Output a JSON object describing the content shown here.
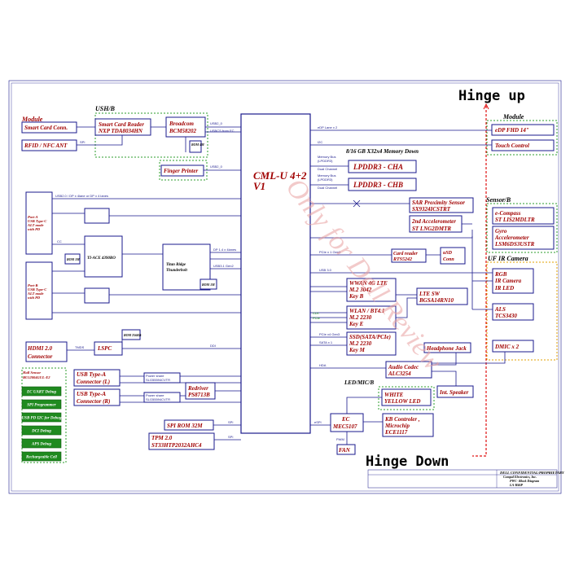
{
  "titles": {
    "hinge_up": "Hinge up",
    "hinge_down": "Hinge Down"
  },
  "groups": {
    "module_left": "Module",
    "ush": "USH/B",
    "module_right": "Module",
    "memory": "8/16 GB X32x4 Memory Down",
    "sensor": "Sensor/B",
    "ir_camera": "UF IR Camera",
    "led_mic": "LED/MIC/B"
  },
  "cpu": {
    "label_line1": "CML-U 4+2",
    "label_line2": "V1"
  },
  "watermark": "Only for Dell Review",
  "blocks": {
    "smart_card_conn": "Smart Card Conn.",
    "rfid": "RFID / NFC ANT",
    "smart_card_reader_1": "Smart Card Reader",
    "smart_card_reader_2": "NXP TDA8034HN",
    "broadcom_1": "Broadcom",
    "broadcom_2": "BCM58202",
    "rom_4m": "ROM 4M",
    "finger_printer": "Finger Printer",
    "edp": "eDP FHD 14\"",
    "touch": "Touch Control",
    "lpddr_a": "LPDDR3 - CHA",
    "lpddr_b": "LPDDR3 - CHB",
    "sar_1": "SAR Proximity Sensor",
    "sar_2": "SX9324ICSTRT",
    "accel_1": "2nd Accelerometer",
    "accel_2": "ST LNG2DMTR",
    "ecompass_1": "e-Compass",
    "ecompass_2": "ST LIS2MDLTR",
    "gyro_1": "Gyro",
    "gyro_2": "Accelerometer",
    "gyro_3": "LSM6DS3USTR",
    "card_reader_1": "Card reader",
    "card_reader_2": "RTS5242",
    "usd_1": "uSD",
    "usd_2": "Conn",
    "rgb_1": "RGB",
    "rgb_2": "IR Camera",
    "rgb_3": "IR LED",
    "als_1": "ALS",
    "als_2": "TCS3430",
    "dmic": "DMIC x 2",
    "wwan_1": "WWAN 4G LTE",
    "wwan_2": "M.2 3042",
    "wwan_3": "Key B",
    "lte_sw_1": "LTE SW",
    "lte_sw_2": "BGSA14RN10",
    "wlan_1": "WLAN / BT4.1",
    "wlan_2": "M.2 2230",
    "wlan_3": "Key E",
    "ssd_1": "SSD(SATA/PCIe)",
    "ssd_2": "M.2 2230",
    "ssd_3": "Key M",
    "headphone": "Headphone Jack",
    "audio_1": "Audio Codec",
    "audio_2": "ALC3254",
    "speaker_1": "Int. Speaker",
    "type_c_a_1": "Port-A",
    "type_c_a_2": "USB Type-C",
    "type_c_a_3": "ALT mode",
    "type_c_a_4": "with PD",
    "type_c_b_1": "Port-B",
    "type_c_b_2": "USB Type-C",
    "type_c_b_3": "ALT mode",
    "type_c_b_4": "with PD",
    "ti_ace": "TI-ACE 4390RO",
    "rom_1m_a": "ROM 1M",
    "rom_1m_b": "ROM 1M",
    "rom_256": "ROM 256KB",
    "tbt_1": "Titan Ridge",
    "tbt_2": "Thunderbolt",
    "hdmi_1": "HDMI 2.0",
    "hdmi_2": "Connector",
    "lspc": "LSPC",
    "hall_1": "Hall Sensor",
    "hall_2": "BU52004GUL-E2",
    "usb_l_1": "USB Type-A",
    "usb_l_2": "Connector (L)",
    "usb_r_1": "USB Type-A",
    "usb_r_2": "Connector (R)",
    "power_share_1": "Power share",
    "power_share_2": "SLG55594CVTR",
    "redriver_1": "Redriver",
    "redriver_2": "PS8713B",
    "spi_rom": "SPI ROM 32M",
    "tpm_1": "TPM 2.0",
    "tpm_2": "ST33HTP2032AHC4",
    "white_led_1": "WHITE",
    "white_led_2": "YELLOW LED",
    "ec_1": "EC",
    "ec_2": "MEC5107",
    "kb_1": "KB Controler ,",
    "kb_2": "Microchip",
    "kb_3": "ECE1117",
    "fan": "FAN",
    "pwm": "PWM"
  },
  "debug_buttons": [
    "EC UART Debug",
    "SPI Programmer",
    "USB PD I2C for Debug",
    "DCI Debug",
    "APS Debug",
    "Rechargeable Cell"
  ],
  "signals": {
    "usb20_1": "USB2_0",
    "usb20_2": "USB2_0",
    "usbcs": "USBCS from EC",
    "spi": "SPI",
    "edp_lane": "eDP Lane x 2",
    "i2c": "I2C",
    "mem_a1": "Memory Bus",
    "mem_a2": "(LPDDR3)",
    "mem_a3": "Dual Channel",
    "mem_b1": "Memory Bus",
    "mem_b2": "(LPDDR3)",
    "mem_b3": "Dual Channel",
    "pcie_x1": "PCIe x 1 Gen3",
    "usb30": "USB 3.0",
    "pcie_x4": "PCIe x4 Gen3",
    "sata": "SATA x 1",
    "hda": "HDA",
    "espi": "eSPI",
    "lpc": "LPC",
    "dp": "DP 1.4 x 4lanes",
    "usb31": "USB3.1 Gen2",
    "usb20_bus": "USB2.0 / DP x 4lane or DP x 4 lanes",
    "i2c_a": "I2C",
    "i2c_b": "I2C",
    "cc": "CC",
    "ddi": "DDI",
    "hdmi_sig": "TMDS"
  },
  "title_block": {
    "company": "DELL CONFIDENTIAL/PROPRIETARY",
    "company2": "Compal Electronics, Inc.",
    "doc": "PWC- Block Diagram",
    "rev": "LA-H46P"
  }
}
